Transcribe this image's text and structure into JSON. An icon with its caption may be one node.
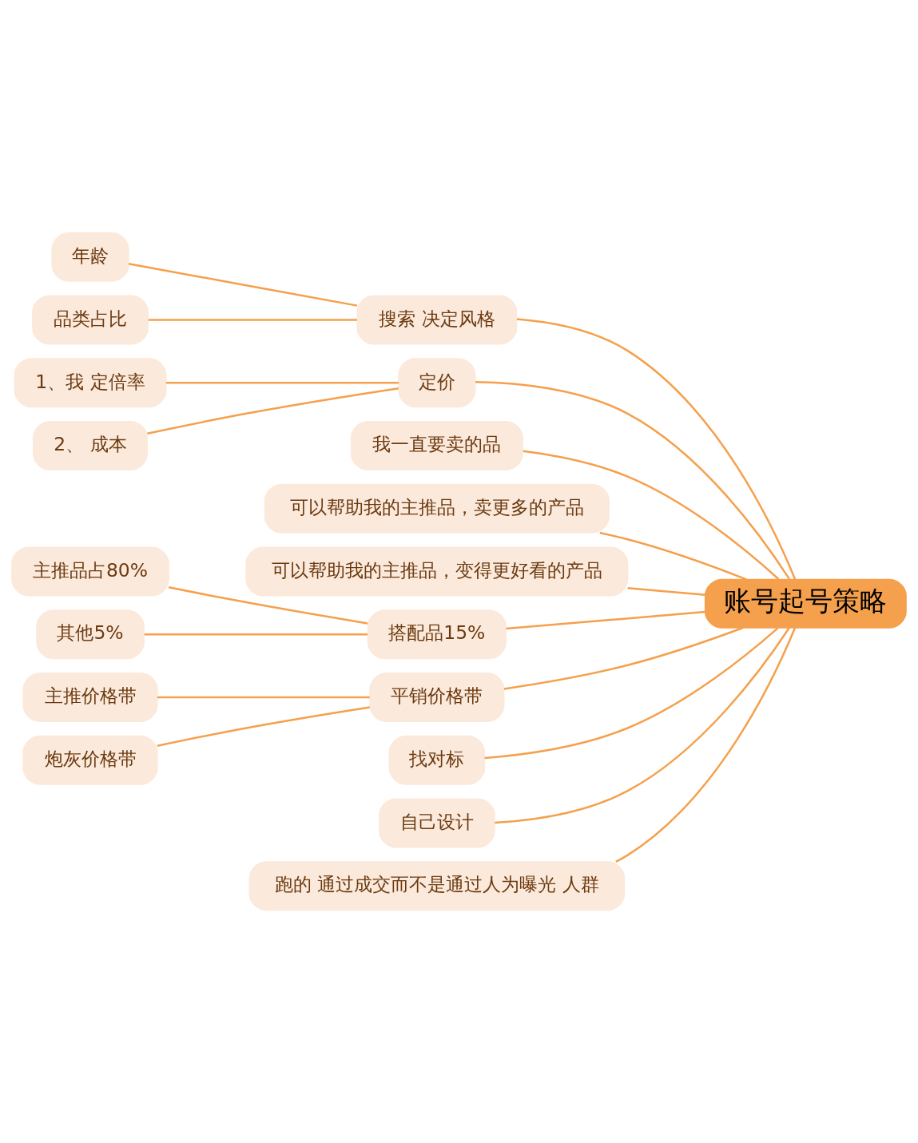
{
  "diagram": {
    "nodes": [
      {
        "text": [
          "账号起号策略"
        ]
      },
      {
        "text": [
          "年龄"
        ]
      },
      {
        "text": [
          "搜索 决定风格"
        ]
      },
      {
        "text": [
          "品类占比"
        ]
      },
      {
        "text": [
          "1、我 定倍率"
        ]
      },
      {
        "text": [
          "定价"
        ]
      },
      {
        "text": [
          "2、 成本"
        ]
      },
      {
        "text": [
          "我一直要卖的品"
        ]
      },
      {
        "text": [
          "可以帮助我的主推品，卖更多的产品"
        ]
      },
      {
        "text": [
          "可以帮助我的主推品，变得更好看的产品"
        ]
      },
      {
        "text": [
          "主推品占80%"
        ]
      },
      {
        "text": [
          "搭配品15%"
        ]
      },
      {
        "text": [
          "其他5%"
        ]
      },
      {
        "text": [
          "主推价格带"
        ]
      },
      {
        "text": [
          "平销价格带"
        ]
      },
      {
        "text": [
          "炮灰价格带"
        ]
      },
      {
        "text": [
          "找对标"
        ]
      },
      {
        "text": [
          "自己设计"
        ]
      },
      {
        "text": [
          "跑的 通过成交而不是通过人为曝光 人群"
        ]
      }
    ],
    "edges": [
      {
        "from": 0,
        "to": 2,
        "arrow": "none"
      },
      {
        "from": 2,
        "to": 1,
        "arrow": "none"
      },
      {
        "from": 2,
        "to": 3,
        "arrow": "none"
      },
      {
        "from": 0,
        "to": 5,
        "arrow": "none"
      },
      {
        "from": 5,
        "to": 4,
        "arrow": "none"
      },
      {
        "from": 5,
        "to": 6,
        "arrow": "none"
      },
      {
        "from": 0,
        "to": 7,
        "arrow": "none"
      },
      {
        "from": 0,
        "to": 8,
        "arrow": "none"
      },
      {
        "from": 0,
        "to": 9,
        "arrow": "none"
      },
      {
        "from": 0,
        "to": 11,
        "arrow": "none"
      },
      {
        "from": 11,
        "to": 10,
        "arrow": "none"
      },
      {
        "from": 11,
        "to": 12,
        "arrow": "none"
      },
      {
        "from": 0,
        "to": 14,
        "arrow": "none"
      },
      {
        "from": 14,
        "to": 13,
        "arrow": "none"
      },
      {
        "from": 14,
        "to": 15,
        "arrow": "none"
      },
      {
        "from": 0,
        "to": 16,
        "arrow": "none"
      },
      {
        "from": 0,
        "to": 17,
        "arrow": "none"
      },
      {
        "from": 0,
        "to": 18,
        "arrow": "none"
      }
    ]
  }
}
